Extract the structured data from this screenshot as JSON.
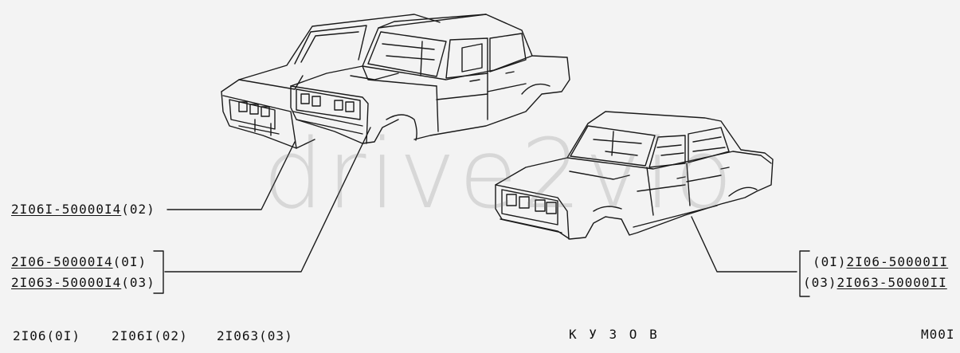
{
  "watermark": "drive2vio",
  "callouts": {
    "wagon_body": {
      "part": "2I06I-50000I4",
      "code": "(02)"
    },
    "sedan_body_a": {
      "part": "2I06-50000I4",
      "code": "(0I)"
    },
    "sedan_body_b": {
      "part": "2I063-50000I4",
      "code": "(03)"
    },
    "complete_body_a": {
      "code": "(0I)",
      "part": "2I06-50000II"
    },
    "complete_body_b": {
      "code": "(03)",
      "part": "2I063-50000II"
    }
  },
  "footer": {
    "models": [
      "2I06(0I)",
      "2I06I(02)",
      "2I063(03)"
    ],
    "title": "К У З О В",
    "sheet": "M00I"
  }
}
